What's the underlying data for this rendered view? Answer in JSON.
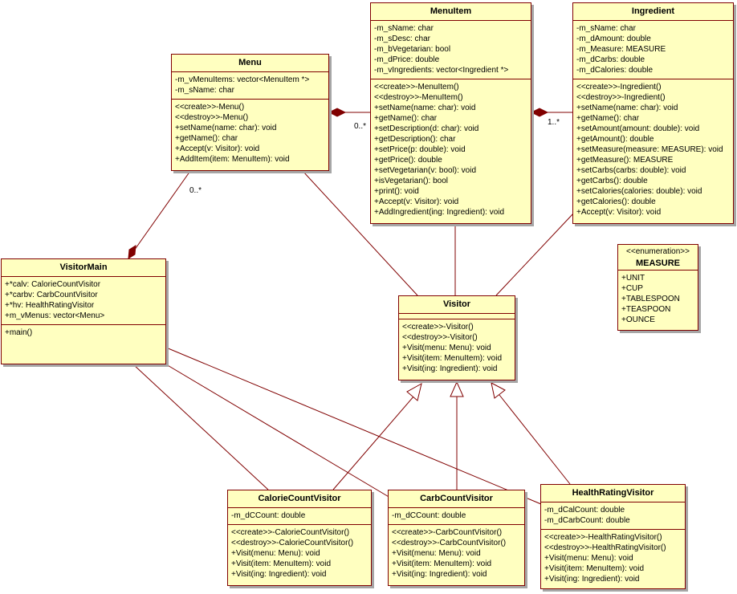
{
  "classes": {
    "menu": {
      "name": "Menu",
      "attributes": [
        "-m_vMenuItems: vector<MenuItem *>",
        "-m_sName: char"
      ],
      "operations": [
        "<<create>>-Menu()",
        "<<destroy>>-Menu()",
        "+setName(name: char): void",
        "+getName(): char",
        "+Accept(v: Visitor): void",
        "+AddItem(item: MenuItem): void"
      ]
    },
    "menuitem": {
      "name": "MenuItem",
      "attributes": [
        "-m_sName: char",
        "-m_sDesc: char",
        "-m_bVegetarian: bool",
        "-m_dPrice: double",
        "-m_vIngredients: vector<Ingredient *>"
      ],
      "operations": [
        "<<create>>-MenuItem()",
        "<<destroy>>-MenuItem()",
        "+setName(name: char): void",
        "+getName(): char",
        "+setDescription(d: char): void",
        "+getDescription(): char",
        "+setPrice(p: double): void",
        "+getPrice(): double",
        "+setVegetarian(v: bool): void",
        "+isVegetarian(): bool",
        "+print(): void",
        "+Accept(v: Visitor): void",
        "+AddIngredient(ing: Ingredient): void"
      ]
    },
    "ingredient": {
      "name": "Ingredient",
      "attributes": [
        "-m_sName: char",
        "-m_dAmount: double",
        "-m_Measure: MEASURE",
        "-m_dCarbs: double",
        "-m_dCalories: double"
      ],
      "operations": [
        "<<create>>-Ingredient()",
        "<<destroy>>-Ingredient()",
        "+setName(name: char): void",
        "+getName(): char",
        "+setAmount(amount: double): void",
        "+getAmount(): double",
        "+setMeasure(measure: MEASURE): void",
        "+getMeasure(): MEASURE",
        "+setCarbs(carbs: double): void",
        "+getCarbs(): double",
        "+setCalories(calories: double): void",
        "+getCalories(): double",
        "+Accept(v: Visitor): void"
      ]
    },
    "measure": {
      "stereotype": "<<enumeration>>",
      "name": "MEASURE",
      "literals": [
        "+UNIT",
        "+CUP",
        "+TABLESPOON",
        "+TEASPOON",
        "+OUNCE"
      ]
    },
    "visitormain": {
      "name": "VisitorMain",
      "attributes": [
        "+*calv: CalorieCountVisitor",
        "+*carbv: CarbCountVisitor",
        "+*hv: HealthRatingVisitor",
        "+m_vMenus: vector<Menu>"
      ],
      "operations": [
        "+main()"
      ]
    },
    "visitor": {
      "name": "Visitor",
      "attributes": [],
      "operations": [
        "<<create>>-Visitor()",
        "<<destroy>>-Visitor()",
        "+Visit(menu: Menu): void",
        "+Visit(item: MenuItem): void",
        "+Visit(ing: Ingredient): void"
      ]
    },
    "calorie": {
      "name": "CalorieCountVisitor",
      "attributes": [
        "-m_dCCount: double"
      ],
      "operations": [
        "<<create>>-CalorieCountVisitor()",
        "<<destroy>>-CalorieCountVisitor()",
        "+Visit(menu: Menu): void",
        "+Visit(item: MenuItem): void",
        "+Visit(ing: Ingredient): void"
      ]
    },
    "carb": {
      "name": "CarbCountVisitor",
      "attributes": [
        "-m_dCCount: double"
      ],
      "operations": [
        "<<create>>-CarbCountVisitor()",
        "<<destroy>>-CarbCountVisitor()",
        "+Visit(menu: Menu): void",
        "+Visit(item: MenuItem): void",
        "+Visit(ing: Ingredient): void"
      ]
    },
    "health": {
      "name": "HealthRatingVisitor",
      "attributes": [
        "-m_dCalCount: double",
        "-m_dCarbCount: double"
      ],
      "operations": [
        "<<create>>-HealthRatingVisitor()",
        "<<destroy>>-HealthRatingVisitor()",
        "+Visit(menu: Menu): void",
        "+Visit(item: MenuItem): void",
        "+Visit(ing: Ingredient): void"
      ]
    }
  },
  "multiplicities": {
    "menu_items": "0..*",
    "item_ingredients": "1..*",
    "main_menus": "0..*"
  },
  "colors": {
    "box_fill": "#ffffc0",
    "box_border": "#800000",
    "line": "#800000",
    "shadow": "#a6a6a6"
  }
}
